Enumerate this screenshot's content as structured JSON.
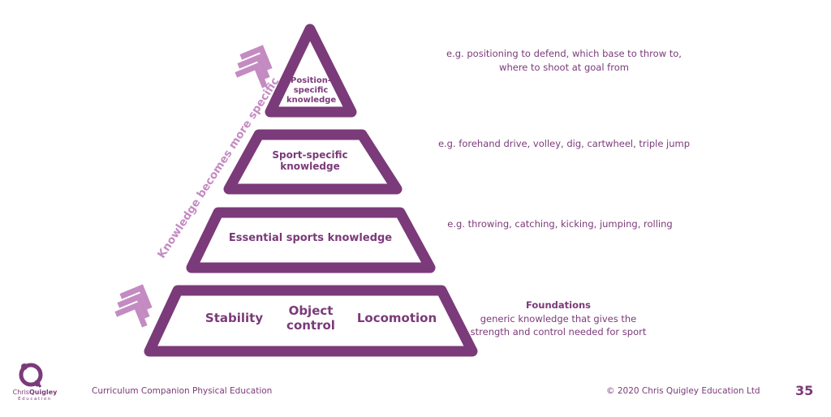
{
  "side_label": "Knowledge becomes more specific",
  "levels": {
    "position": {
      "label": "Position-specific knowledge",
      "example": "e.g. positioning to defend, which base to throw to, where to shoot at goal from"
    },
    "sport": {
      "label": "Sport-specific knowledge",
      "example": "e.g. forehand drive, volley, dig, cartwheel, triple jump"
    },
    "essential": {
      "label": "Essential sports knowledge",
      "example": "e.g. throwing, catching, kicking, jumping, rolling"
    },
    "foundations": {
      "items": [
        "Stability",
        "Object control",
        "Locomotion"
      ],
      "heading": "Foundations",
      "example": "generic knowledge that gives the strength and control needed for sport"
    }
  },
  "footer": {
    "logo_name_plain": "Chris",
    "logo_name_bold": "Quigley",
    "logo_sub": "Education",
    "left": "Curriculum Companion Physical Education",
    "right": "© 2020 Chris Quigley Education Ltd",
    "page": "35"
  },
  "colors": {
    "primary": "#7b3a79",
    "light": "#c48bc2"
  }
}
